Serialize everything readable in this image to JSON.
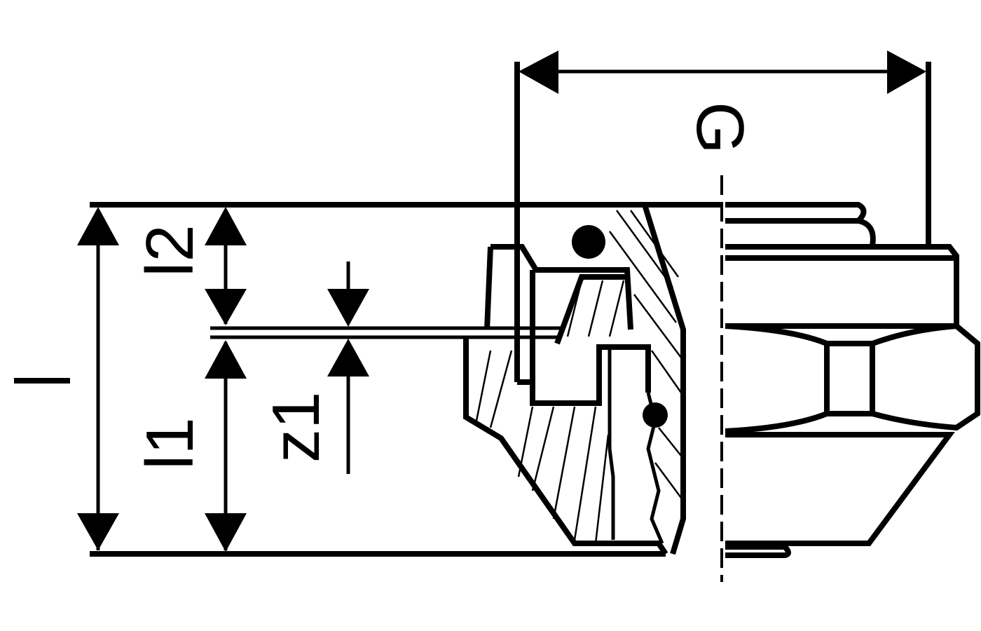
{
  "diagram": {
    "labels": {
      "l": "l",
      "l1": "l1",
      "l2": "l2",
      "z1": "z1",
      "G": "G"
    },
    "line_color": "#000000",
    "background": "#ffffff"
  }
}
